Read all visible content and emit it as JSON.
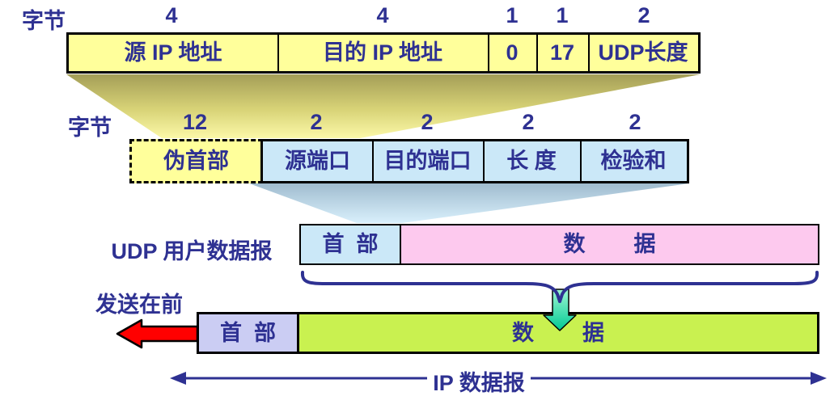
{
  "figure": {
    "pseudo_header_row": {
      "byte_unit_label": "字节",
      "cells": [
        {
          "bytes": "4",
          "label": "源 IP 地址"
        },
        {
          "bytes": "4",
          "label": "目的 IP 地址"
        },
        {
          "bytes": "1",
          "label": "0"
        },
        {
          "bytes": "1",
          "label": "17"
        },
        {
          "bytes": "2",
          "label": "UDP长度"
        }
      ]
    },
    "udp_header_row": {
      "byte_unit_label": "字节",
      "cells": [
        {
          "bytes": "12",
          "label": "伪首部"
        },
        {
          "bytes": "2",
          "label": "源端口"
        },
        {
          "bytes": "2",
          "label": "目的端口"
        },
        {
          "bytes": "2",
          "label": "长 度"
        },
        {
          "bytes": "2",
          "label": "检验和"
        }
      ]
    },
    "udp_datagram_row": {
      "label": "UDP 用户数据报",
      "header": "首  部",
      "data": "数        据"
    },
    "ip_datagram_row": {
      "send_first_label": "发送在前",
      "header": "首  部",
      "data": "数        据"
    },
    "bottom": {
      "span_label": "IP 数据报"
    },
    "colors": {
      "field_yellow": "#ffff9b",
      "field_blue": "#cbe8f8",
      "field_pink": "#fdc9ee",
      "field_purple": "#cbcdf3",
      "field_green": "#c9f150",
      "text_indigo": "#2e3192",
      "arrow_red": "#ff0000",
      "arrow_green": "#00c993"
    }
  }
}
